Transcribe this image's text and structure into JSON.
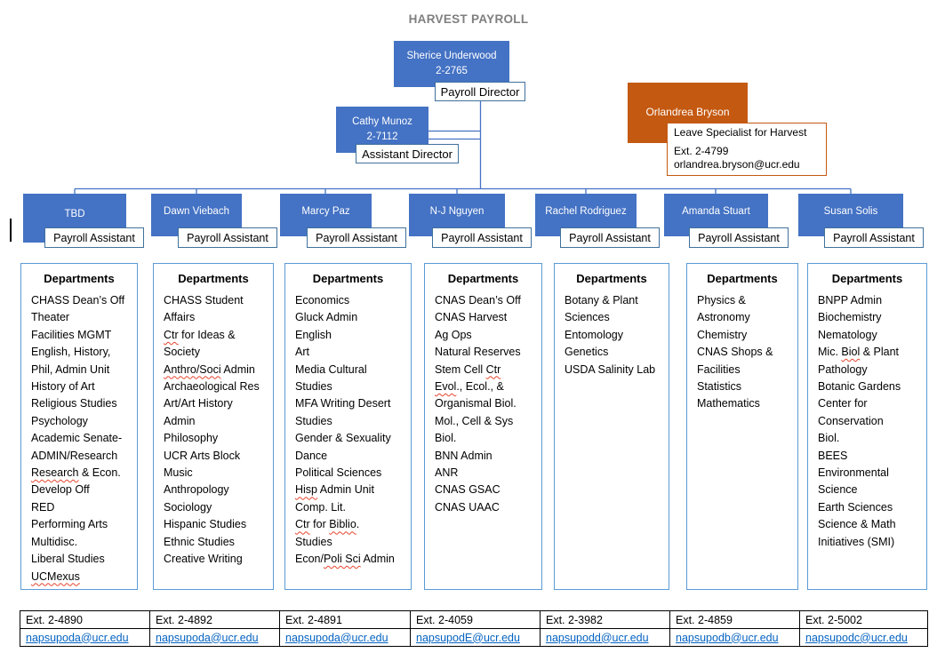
{
  "title": "HARVEST PAYROLL",
  "director": {
    "name": "Sherice Underwood",
    "ext": "2-2765",
    "role": "Payroll Director"
  },
  "assistant_director": {
    "name": "Cathy Munoz",
    "ext": "2-7112",
    "role": "Assistant Director"
  },
  "leave_specialist": {
    "name": "Orlandrea Bryson",
    "role": "Leave Specialist for Harvest",
    "ext": "Ext. 2-4799",
    "email": "orlandrea.bryson@ucr.edu"
  },
  "departments_header": "Departments",
  "assistant_role_label": "Payroll Assistant",
  "colors": {
    "node_blue": "#4472C4",
    "node_orange": "#C45911",
    "box_border_blue": "#5B9BD5",
    "label_border_blue": "#41719C",
    "hyperlink_blue": "#0563C1",
    "spellcheck_red": "#e8442c",
    "title_gray": "#7f7f7f"
  },
  "columns": [
    {
      "assistant": "TBD",
      "ext": "Ext. 2-4890",
      "email": "napsupoda@ucr.edu",
      "departments": [
        [
          {
            "t": "CHASS Dean’s Off"
          }
        ],
        [
          {
            "t": "Theater"
          }
        ],
        [
          {
            "t": "Facilities MGMT"
          }
        ],
        [
          {
            "t": "English, History,"
          }
        ],
        [
          {
            "t": "Phil, Admin Unit"
          }
        ],
        [
          {
            "t": "History of Art"
          }
        ],
        [
          {
            "t": "Religious Studies"
          }
        ],
        [
          {
            "t": "Psychology"
          }
        ],
        [
          {
            "t": "Academic Senate-"
          }
        ],
        [
          {
            "t": "ADMIN/Research"
          }
        ],
        [
          {
            "t": "Research",
            "w": true
          },
          {
            "t": " & Econ."
          }
        ],
        [
          {
            "t": "Develop Off"
          }
        ],
        [
          {
            "t": "RED"
          }
        ],
        [
          {
            "t": "Performing Arts"
          }
        ],
        [
          {
            "t": "Multidisc."
          }
        ],
        [
          {
            "t": "Liberal Studies"
          }
        ],
        [
          {
            "t": "UCMexus",
            "w": true
          }
        ]
      ]
    },
    {
      "assistant": "Dawn Viebach",
      "ext": "Ext. 2-4892",
      "email": "napsupoda@ucr.edu",
      "departments": [
        [
          {
            "t": "CHASS Student"
          }
        ],
        [
          {
            "t": "Affairs"
          }
        ],
        [
          {
            "t": "Ctr",
            "w": true
          },
          {
            "t": " for Ideas &"
          }
        ],
        [
          {
            "t": "Society"
          }
        ],
        [
          {
            "t": "Anthro/Soci",
            "w": true
          },
          {
            "t": " Admin"
          }
        ],
        [
          {
            "t": "Archaeological Res"
          }
        ],
        [
          {
            "t": "Art/Art History"
          }
        ],
        [
          {
            "t": "Admin"
          }
        ],
        [
          {
            "t": "Philosophy"
          }
        ],
        [
          {
            "t": "UCR Arts Block"
          }
        ],
        [
          {
            "t": "Music"
          }
        ],
        [
          {
            "t": "Anthropology"
          }
        ],
        [
          {
            "t": "Sociology"
          }
        ],
        [
          {
            "t": "Hispanic Studies"
          }
        ],
        [
          {
            "t": "Ethnic Studies"
          }
        ],
        [
          {
            "t": "Creative Writing"
          }
        ]
      ]
    },
    {
      "assistant": "Marcy Paz",
      "ext": "Ext. 2-4891",
      "email": "napsupoda@ucr.edu",
      "departments": [
        [
          {
            "t": "Economics"
          }
        ],
        [
          {
            "t": "Gluck Admin"
          }
        ],
        [
          {
            "t": "English"
          }
        ],
        [
          {
            "t": "Art"
          }
        ],
        [
          {
            "t": "Media Cultural"
          }
        ],
        [
          {
            "t": "Studies"
          }
        ],
        [
          {
            "t": "MFA Writing Desert"
          }
        ],
        [
          {
            "t": "Studies"
          }
        ],
        [
          {
            "t": "Gender & Sexuality"
          }
        ],
        [
          {
            "t": "Dance"
          }
        ],
        [
          {
            "t": "Political Sciences"
          }
        ],
        [
          {
            "t": "Hisp",
            "w": true
          },
          {
            "t": " Admin Unit"
          }
        ],
        [
          {
            "t": "Comp. Lit."
          }
        ],
        [
          {
            "t": "Ctr",
            "w": true
          },
          {
            "t": " for "
          },
          {
            "t": "Biblio",
            "w": true
          },
          {
            "t": "."
          }
        ],
        [
          {
            "t": "Studies"
          }
        ],
        [
          {
            "t": "Econ/"
          },
          {
            "t": "Poli Sci",
            "w": true
          },
          {
            "t": " Admin"
          }
        ]
      ]
    },
    {
      "assistant": "N-J Nguyen",
      "ext": "Ext. 2-4059",
      "email": "napsupodE@ucr.edu",
      "departments": [
        [
          {
            "t": "CNAS Dean’s Off"
          }
        ],
        [
          {
            "t": "CNAS Harvest"
          }
        ],
        [
          {
            "t": "Ag Ops"
          }
        ],
        [
          {
            "t": "Natural Reserves"
          }
        ],
        [
          {
            "t": "Stem Cell "
          },
          {
            "t": "Ctr",
            "w": true
          }
        ],
        [
          {
            "t": "Evol",
            "w": true
          },
          {
            "t": "., Ecol., &"
          }
        ],
        [
          {
            "t": "Organismal Biol."
          }
        ],
        [
          {
            "t": "Mol., Cell & Sys"
          }
        ],
        [
          {
            "t": "Biol."
          }
        ],
        [
          {
            "t": "BNN Admin"
          }
        ],
        [
          {
            "t": "ANR"
          }
        ],
        [
          {
            "t": "CNAS GSAC"
          }
        ],
        [
          {
            "t": "CNAS UAAC"
          }
        ]
      ]
    },
    {
      "assistant": "Rachel Rodriguez",
      "ext": "Ext. 2-3982",
      "email": "napsupodd@ucr.edu",
      "departments": [
        [
          {
            "t": "Botany & Plant"
          }
        ],
        [
          {
            "t": "Sciences"
          }
        ],
        [
          {
            "t": "Entomology"
          }
        ],
        [
          {
            "t": "Genetics"
          }
        ],
        [
          {
            "t": "USDA Salinity Lab"
          }
        ]
      ]
    },
    {
      "assistant": "Amanda Stuart",
      "ext": "Ext. 2-4859",
      "email": "napsupodb@ucr.edu",
      "departments": [
        [
          {
            "t": "Physics &"
          }
        ],
        [
          {
            "t": "Astronomy"
          }
        ],
        [
          {
            "t": "Chemistry"
          }
        ],
        [
          {
            "t": "CNAS Shops &"
          }
        ],
        [
          {
            "t": "Facilities"
          }
        ],
        [
          {
            "t": "Statistics"
          }
        ],
        [
          {
            "t": "Mathematics"
          }
        ]
      ]
    },
    {
      "assistant": "Susan Solis",
      "ext": "Ext. 2-5002",
      "email": "napsupodc@ucr.edu",
      "departments": [
        [
          {
            "t": "BNPP Admin"
          }
        ],
        [
          {
            "t": "Biochemistry"
          }
        ],
        [
          {
            "t": "Nematology"
          }
        ],
        [
          {
            "t": "Mic. "
          },
          {
            "t": "Biol",
            "w": true
          },
          {
            "t": " & Plant"
          }
        ],
        [
          {
            "t": "Pathology"
          }
        ],
        [
          {
            "t": "Botanic Gardens"
          }
        ],
        [
          {
            "t": "Center for"
          }
        ],
        [
          {
            "t": "Conservation"
          }
        ],
        [
          {
            "t": "Biol."
          }
        ],
        [
          {
            "t": "BEES"
          }
        ],
        [
          {
            "t": "Environmental"
          }
        ],
        [
          {
            "t": "Science"
          }
        ],
        [
          {
            "t": "Earth Sciences"
          }
        ],
        [
          {
            "t": "Science & Math"
          }
        ],
        [
          {
            "t": "Initiatives (SMI)"
          }
        ]
      ]
    }
  ]
}
